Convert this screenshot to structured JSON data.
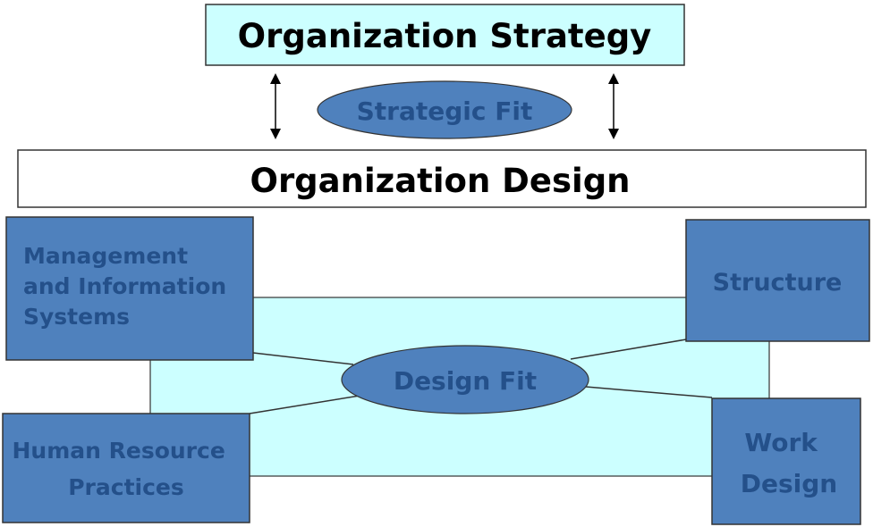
{
  "title_box": {
    "label": "Organization Strategy"
  },
  "strategic_fit": {
    "label": "Strategic Fit"
  },
  "design_box": {
    "label": "Organization Design"
  },
  "design_fit": {
    "label": "Design Fit"
  },
  "components": {
    "mis": {
      "lines": [
        "Management",
        "and Information",
        "Systems"
      ]
    },
    "structure": {
      "lines": [
        "Structure"
      ]
    },
    "hr": {
      "lines": [
        "Human Resource",
        "Practices"
      ]
    },
    "work_design": {
      "lines": [
        "Work",
        "Design"
      ]
    }
  },
  "colors": {
    "box_fill": "#4f81bd",
    "light_fill": "#ccffff",
    "text_blue": "#24508a",
    "border": "#333333"
  }
}
